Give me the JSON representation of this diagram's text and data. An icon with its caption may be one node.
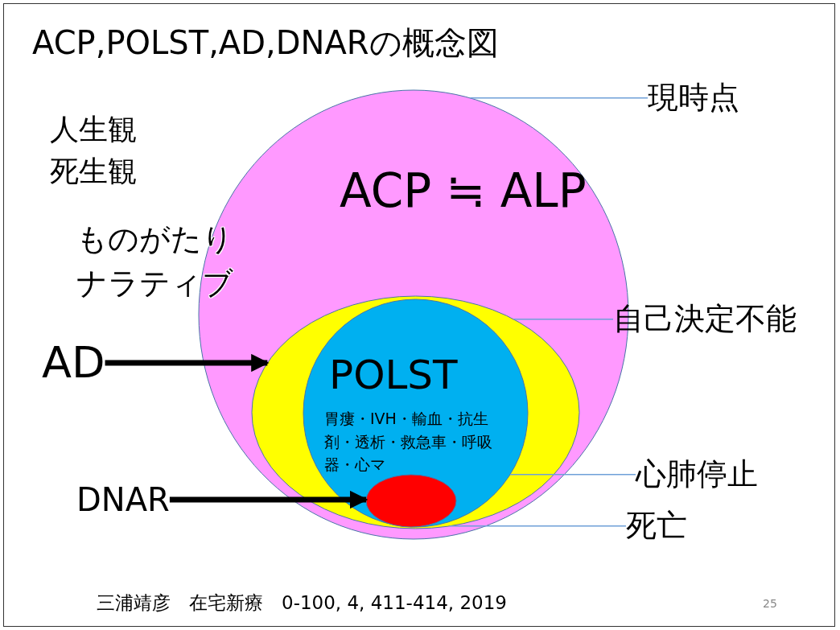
{
  "diagram": {
    "title": "ACP,POLST,AD,DNARの概念図",
    "nodes": [
      {
        "text": [
          "ACP ≒ ALP"
        ]
      },
      {
        "text": [],
        "shape": "ellipse",
        "in": 0
      },
      {
        "text": [
          "POLST",
          "胃瘻・IVH・輸血・抗生剤・透析・救急車・呼吸器・心マ"
        ],
        "in": 1
      },
      {
        "text": [],
        "shape": "ellipse",
        "in": 2
      },
      {
        "text": [
          "現時点"
        ]
      },
      {
        "text": [
          "自己決定不能"
        ]
      },
      {
        "text": [
          "心肺停止"
        ]
      },
      {
        "text": [
          "死亡"
        ]
      },
      {
        "text": [
          "AD"
        ]
      },
      {
        "text": [
          "DNAR"
        ]
      }
    ],
    "edges": [
      {
        "from": 4,
        "to": 0,
        "arrow": "none"
      },
      {
        "from": 5,
        "to": 1,
        "arrow": "none"
      },
      {
        "from": 6,
        "to": 2,
        "arrow": "none"
      },
      {
        "from": 7,
        "to": 1,
        "arrow": "none"
      },
      {
        "from": 8,
        "to": 1,
        "arrow": "to",
        "style": "thick",
        "color": "#000000"
      },
      {
        "from": 9,
        "to": 3,
        "arrow": "to",
        "style": "thick",
        "color": "#000000"
      }
    ],
    "labels": [
      "人生観死生観",
      "ものがたりナラティブ",
      "三浦靖彦　在宅新療　0-100, 4, 411-414, 2019",
      "25"
    ]
  }
}
